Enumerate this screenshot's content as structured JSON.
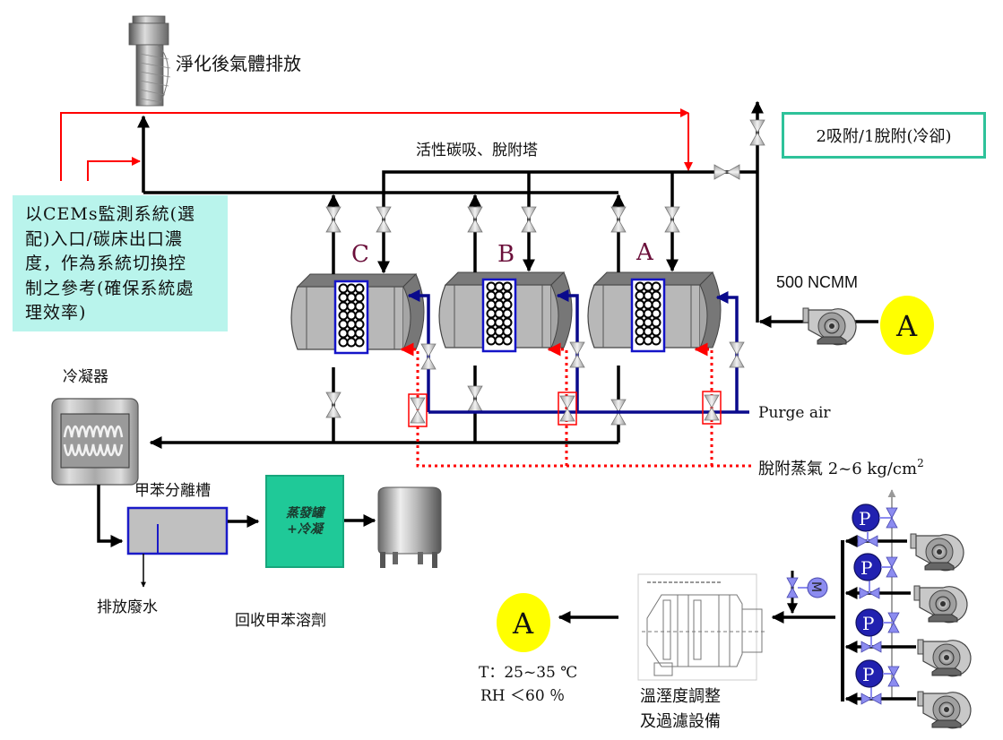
{
  "diagram": {
    "title": "活性碳吸、脫附塔",
    "stack_label": "淨化後氣體排放",
    "note_lines": [
      "以CEMs監測系統(選",
      "配)入口/碳床出口濃",
      "度，作為系統切換控",
      "制之參考(確保系統處",
      "理效率)"
    ],
    "mode_label": "2吸附/1脫附(冷卻)",
    "towers": [
      {
        "id": "C",
        "label": "C"
      },
      {
        "id": "B",
        "label": "B"
      },
      {
        "id": "A",
        "label": "A"
      }
    ],
    "flow_rate_label": "500 NCMM",
    "connector_label": "A",
    "purge_air_label": "Purge air",
    "steam_label_prefix": "脫附蒸氣 2~6 kg/cm",
    "steam_label_sup": "2",
    "condenser_label": "冷凝器",
    "separator_label": "甲苯分離槽",
    "waste_water_label": "排放廢水",
    "evaporator_lines": [
      "蒸發罐",
      "+冷凝"
    ],
    "recovered_solvent_label": "回收甲苯溶劑",
    "conditioning_lines": [
      "溫溼度調整",
      "及過濾設備"
    ],
    "temp_label": "T：25~35 ℃",
    "rh_label": "RH ＜60 ％",
    "pump_label": "P",
    "motor_label": "M",
    "colors": {
      "pipe": "#000000",
      "signal": "#ff0000",
      "purge": "#0a0a8c",
      "steam": "#ff0000",
      "tower_label": "#6b0f3a",
      "connector_fill": "#ffff00",
      "pump_fill": "#2121b0",
      "valve_blue": "#8c8cf0",
      "note_bg": "#b9f4ec",
      "mode_border": "#2ec29a",
      "evap_fill": "#1fc998"
    }
  }
}
